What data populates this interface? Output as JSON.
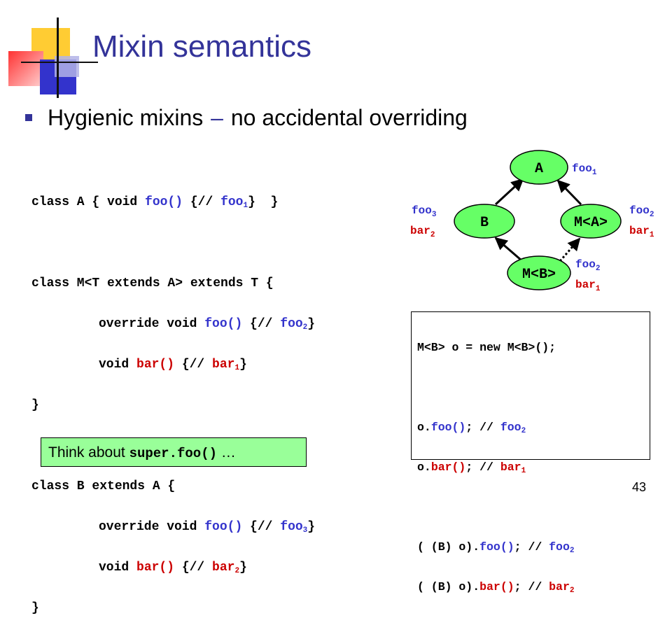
{
  "slide": {
    "title": "Mixin semantics",
    "bullet": {
      "prefix": "Hygienic mixins",
      "dash": "–",
      "suffix": "no accidental overriding"
    },
    "page_number": "43"
  },
  "code": {
    "class_a": {
      "pre": "class A { void ",
      "foo": "foo()",
      "mid": " {// ",
      "foo_ref": "foo",
      "foo_sub": "1",
      "post": "}  }"
    },
    "class_m": {
      "header": "class M<T extends A> extends T {",
      "line1": {
        "pre": "override void ",
        "foo": "foo()",
        "mid": " {// ",
        "ref": "foo",
        "sub": "2",
        "post": "}"
      },
      "line2": {
        "pre": "void ",
        "bar": "bar()",
        "mid": " {// ",
        "ref": "bar",
        "sub": "1",
        "post": "}"
      },
      "close": "}"
    },
    "class_b": {
      "header": "class B extends A {",
      "line1": {
        "pre": "override void ",
        "foo": "foo()",
        "mid": " {// ",
        "ref": "foo",
        "sub": "3",
        "post": "}"
      },
      "line2": {
        "pre": "void ",
        "bar": "bar()",
        "mid": " {// ",
        "ref": "bar",
        "sub": "2",
        "post": "}"
      },
      "close": "}"
    }
  },
  "callout": {
    "pre": "Think about ",
    "code": "super.foo()",
    "post": " …"
  },
  "diagram": {
    "nodes": {
      "a": "A",
      "b": "B",
      "ma": "M<A>",
      "mb": "M<B>"
    },
    "annotations": {
      "a_foo": "foo",
      "a_foo_sub": "1",
      "b_foo": "foo",
      "b_foo_sub": "3",
      "b_bar": "bar",
      "b_bar_sub": "2",
      "ma_foo": "foo",
      "ma_foo_sub": "2",
      "ma_bar": "bar",
      "ma_bar_sub": "1",
      "mb_foo": "foo",
      "mb_foo_sub": "2",
      "mb_bar": "bar",
      "mb_bar_sub": "1"
    },
    "node_fill": "#66ff66"
  },
  "usage": {
    "line1": "M<B> o = new M<B>();",
    "line2": {
      "pre": "o.",
      "call": "foo()",
      "mid": "; // ",
      "ref": "foo",
      "sub": "2"
    },
    "line3": {
      "pre": "o.",
      "call": "bar()",
      "mid": "; // ",
      "ref": "bar",
      "sub": "1"
    },
    "line4": {
      "pre": "( (B) o).",
      "call": "foo()",
      "mid": "; // ",
      "ref": "foo",
      "sub": "2"
    },
    "line5": {
      "pre": "( (B) o).",
      "call": "bar()",
      "mid": "; // ",
      "ref": "bar",
      "sub": "2"
    }
  },
  "colors": {
    "title": "#333399",
    "blue_code": "#3333cc",
    "red_code": "#cc0000",
    "callout_bg": "#99ff99",
    "node_fill": "#66ff66"
  }
}
